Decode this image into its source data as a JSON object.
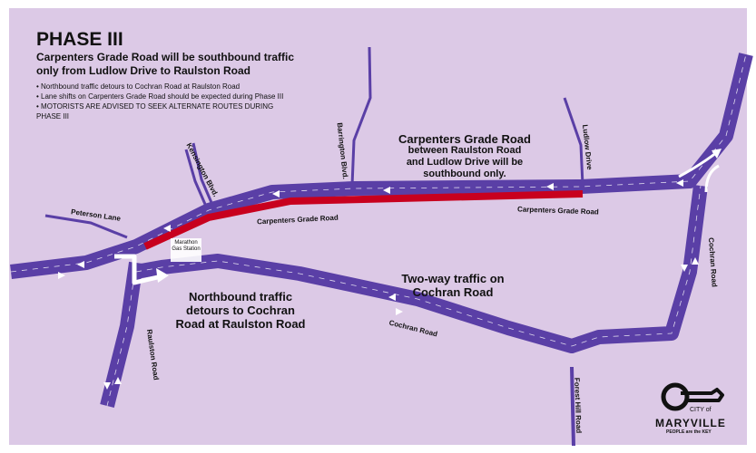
{
  "header": {
    "title": "PHASE III",
    "subtitle": "Carpenters Grade Road will be southbound traffic only from Ludlow Drive to Raulston Road",
    "bullets": [
      "Northbound traffic detours to Cochran Road at Raulston Road",
      "Lane shifts on Carpenters Grade Road should be expected during Phase III",
      "MOTORISTS ARE ADVISED TO SEEK ALTERNATE ROUTES DURING PHASE III"
    ]
  },
  "callouts": {
    "carpenters_title": "Carpenters Grade Road",
    "carpenters_body": "between Raulston Road and Ludlow Drive will be southbound only.",
    "cochran": "Two-way traffic on Cochran Road",
    "detour": "Northbound traffic detours to Cochran Road at Raulston Road"
  },
  "roads": {
    "peterson": "Peterson Lane",
    "kensington": "Kensington Blvd.",
    "barrington": "Barrington Blvd.",
    "ludlow": "Ludlow Drive",
    "carpenters_1": "Carpenters Grade Road",
    "carpenters_2": "Carpenters Grade Road",
    "cochran_road": "Cochran Road",
    "cochran_road_v": "Cochran Road",
    "raulston": "Raulston Road",
    "forest_hill": "Forest Hill Road",
    "gas_station": "Marathon Gas Station"
  },
  "logo": {
    "city_of": "CITY of",
    "name": "MARYVILLE",
    "tagline": "PEOPLE are the KEY"
  },
  "colors": {
    "background": "#dcc9e6",
    "road": "#5a3fa6",
    "closed_segment": "#c8001e",
    "arrow": "#ffffff"
  }
}
